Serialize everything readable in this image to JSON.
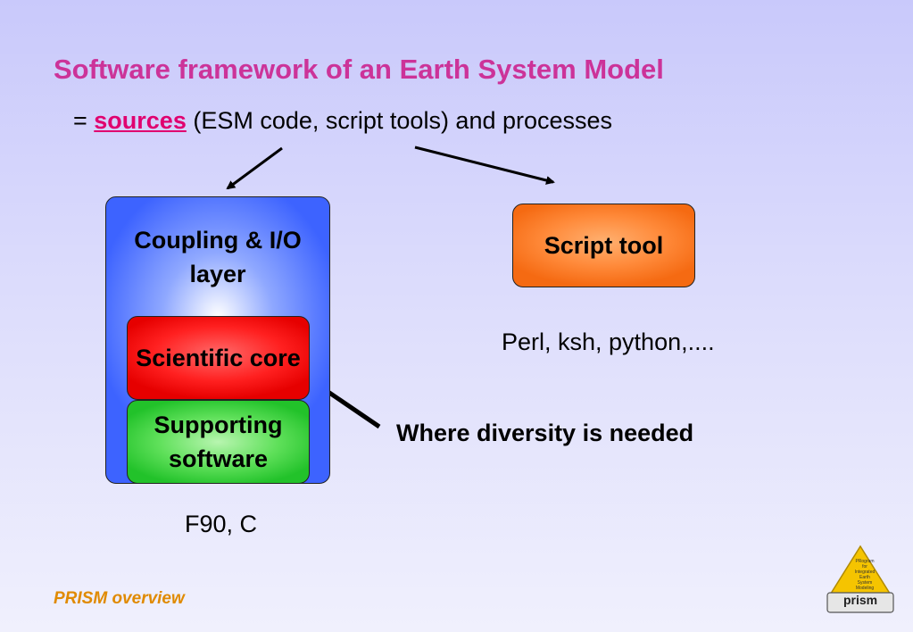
{
  "slide": {
    "title": "Software framework of an Earth System Model",
    "subtitle_prefix": "= ",
    "subtitle_keyword": "sources",
    "subtitle_rest": " (ESM code, script tools) and processes"
  },
  "diagram": {
    "outer_label": "Coupling & I/O layer",
    "core_label": "Scientific core",
    "support_label": "Supporting software",
    "script_label": "Script tool",
    "left_languages": "F90, C",
    "right_languages": "Perl, ksh, python,....",
    "diversity_note": "Where diversity is needed"
  },
  "footer": {
    "text": "PRISM overview"
  },
  "logo": {
    "lines": [
      "PRogram",
      "for",
      "Integrated",
      "Earth",
      "System",
      "Modeling"
    ],
    "word": "prism"
  },
  "colors": {
    "title": "#cc3399",
    "keyword": "#e0006f",
    "outer_box": "#3d63ff",
    "core_box": "#ff2020",
    "support_box": "#22c22a",
    "script_box": "#ff8a3a",
    "footer": "#e08a00",
    "logo": "#f5c400"
  }
}
